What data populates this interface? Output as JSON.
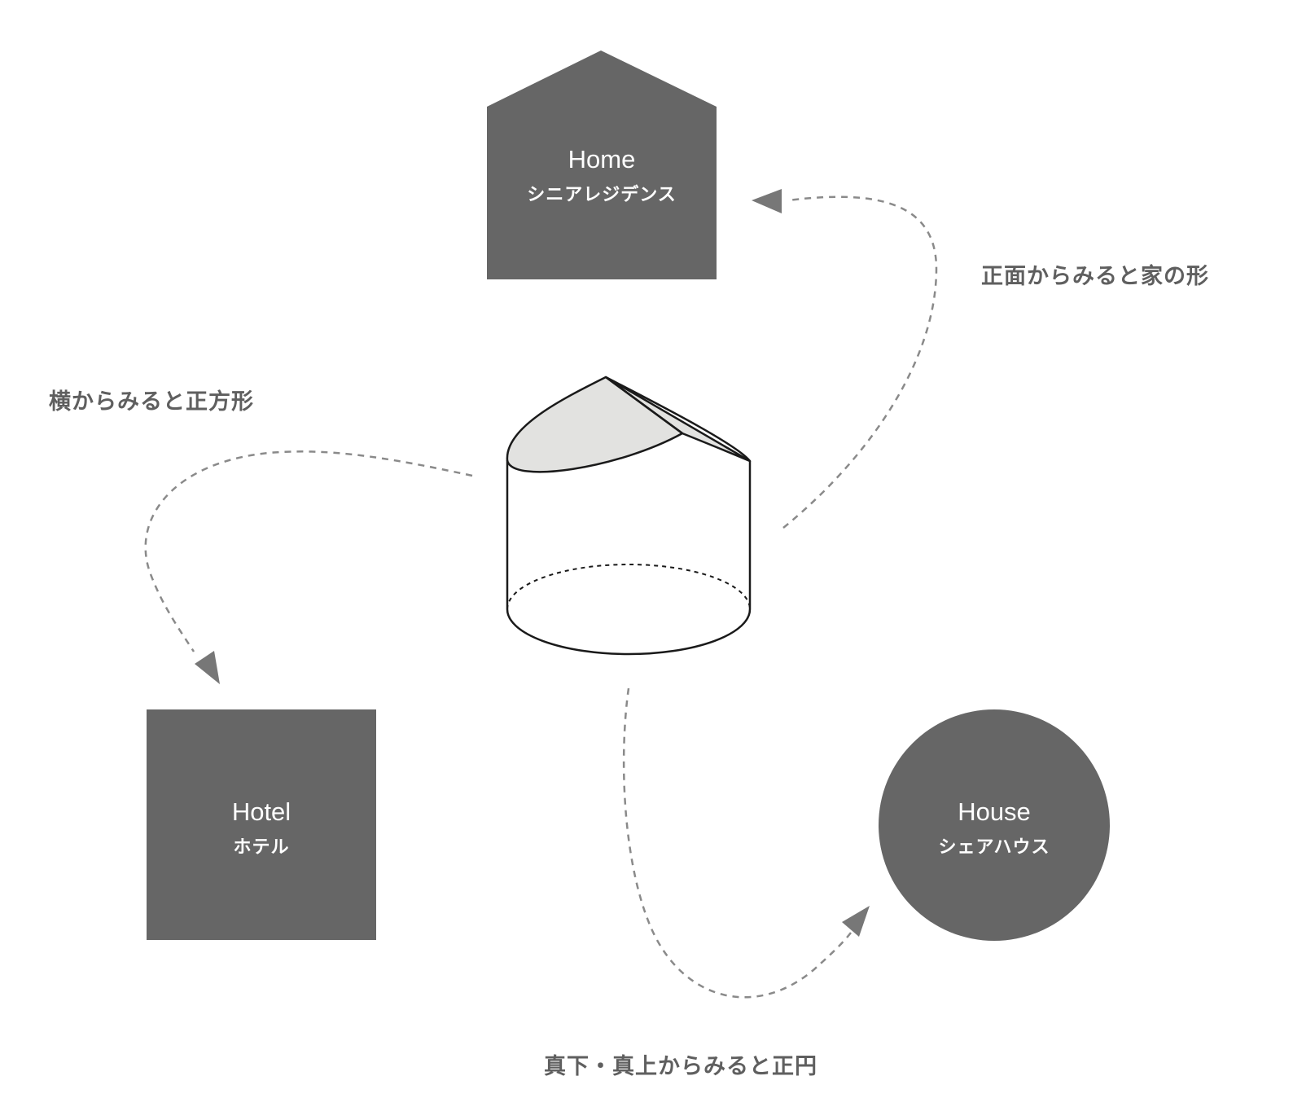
{
  "colors": {
    "shape_fill": "#666666",
    "shape_text": "#ffffff",
    "caption_text": "#5f5f5f",
    "arrow": "#8a8a8a",
    "cylinder_top_fill": "#e2e2e0",
    "outline": "#1a1a1a"
  },
  "home": {
    "title": "Home",
    "subtitle": "シニアレジデンス",
    "shape": "house-pentagon"
  },
  "hotel": {
    "title": "Hotel",
    "subtitle": "ホテル",
    "shape": "square"
  },
  "house": {
    "title": "House",
    "subtitle": "シェアハウス",
    "shape": "circle"
  },
  "captions": {
    "front_view": "正面からみると家の形",
    "side_view": "横からみると正方形",
    "top_bottom_view": "真下・真上からみると正円"
  },
  "center_object": {
    "shape": "cylinder-with-gable-top"
  }
}
